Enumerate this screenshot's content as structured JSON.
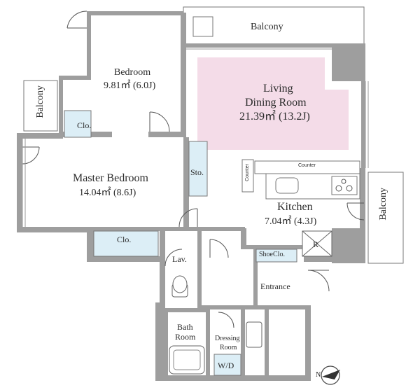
{
  "rooms": {
    "balcony_top": "Balcony",
    "balcony_left": "Balcony",
    "balcony_right": "Balcony",
    "bedroom_name": "Bedroom",
    "bedroom_area": "9.81㎡ (6.0J)",
    "living_name_1": "Living",
    "living_name_2": "Dining Room",
    "living_area": "21.39㎡ (13.2J)",
    "master_name": "Master Bedroom",
    "master_area": "14.04㎡ (8.6J)",
    "kitchen_name": "Kitchen",
    "kitchen_area": "7.04㎡ (4.3J)",
    "closet_bed": "Clo.",
    "closet_master": "Clo.",
    "storage": "Sto.",
    "counter_vertical": "Counter",
    "counter_horizontal": "Counter",
    "refrigerator": "R",
    "shoe_closet": "ShoeClo.",
    "entrance": "Entrance",
    "lavatory": "Lav.",
    "bath_1": "Bath",
    "bath_2": "Room",
    "dressing_1": "Dressing",
    "dressing_2": "Room",
    "walk_in": "W/D",
    "compass_letter": "N"
  },
  "colors": {
    "wall": "#9e9e9e",
    "living_fill": "#f4dce8",
    "closet_fill": "#dceef6",
    "line": "#555555"
  }
}
